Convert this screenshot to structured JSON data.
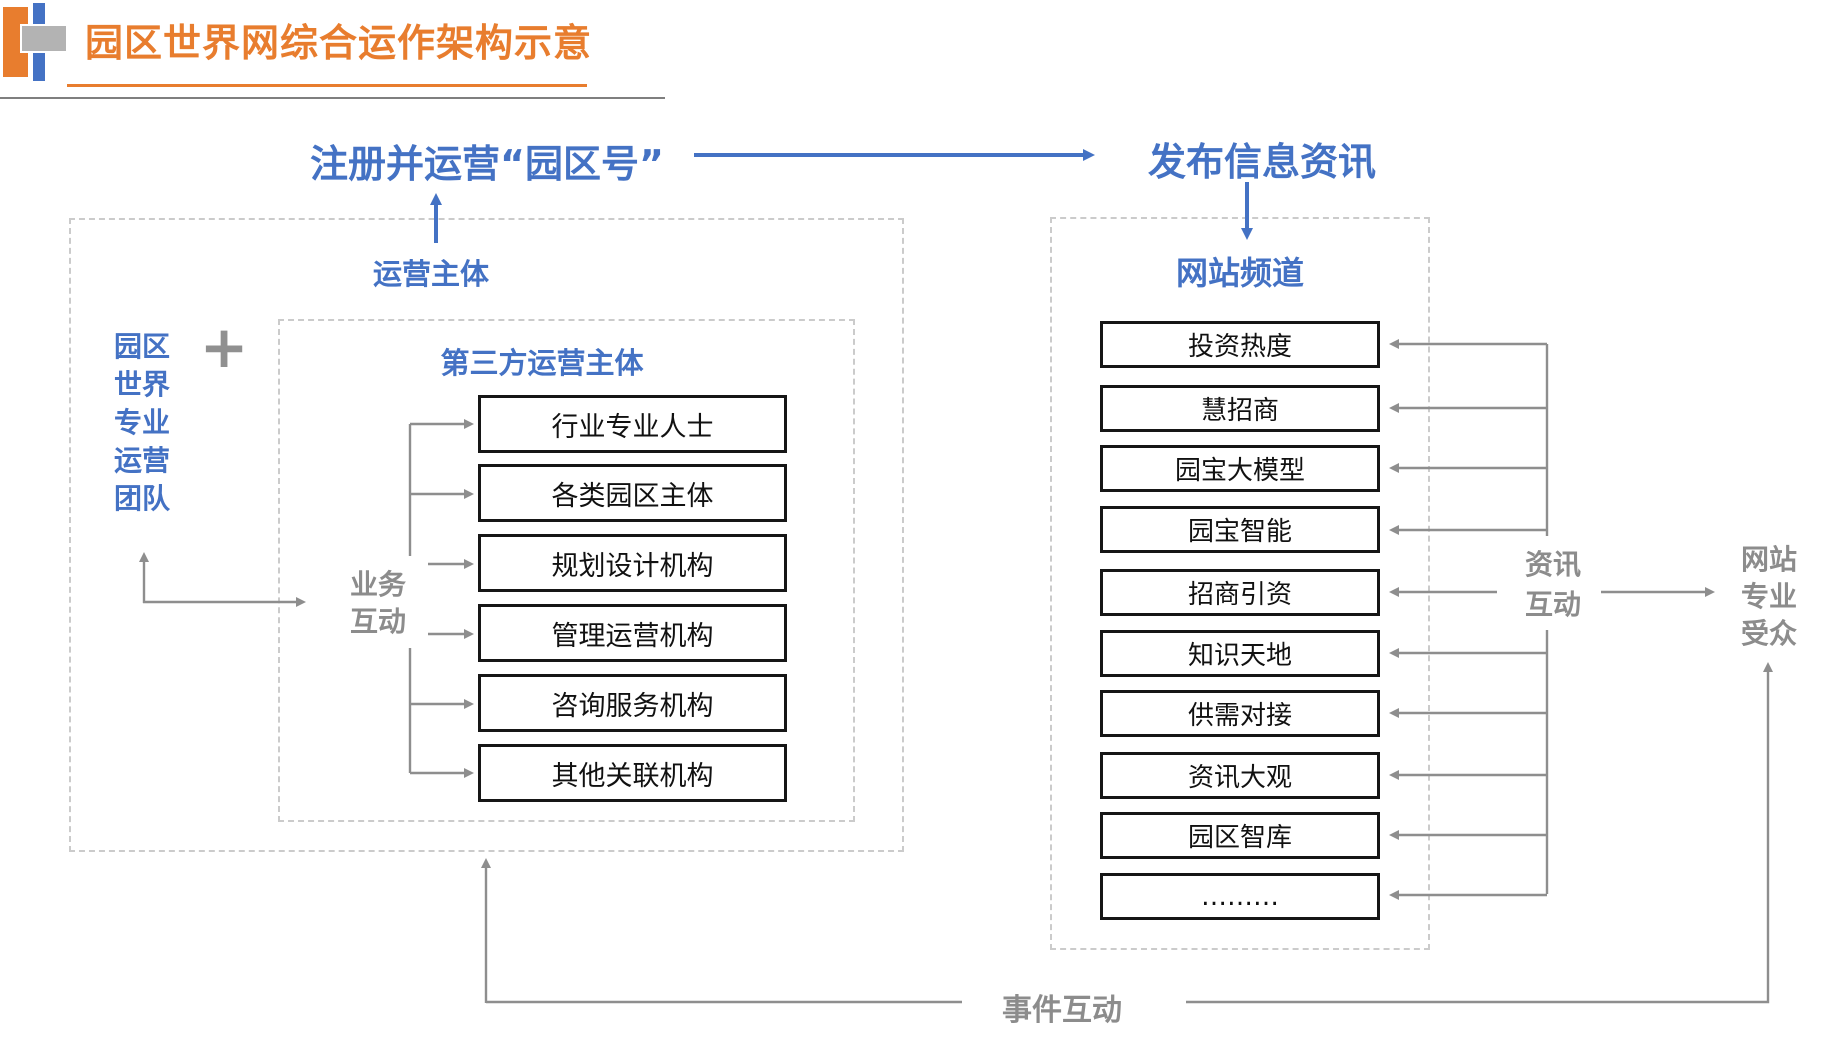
{
  "slide": {
    "title": "园区世界网综合运作架构示意"
  },
  "colors": {
    "orange": "#E87D2E",
    "blue": "#4472C4",
    "gray": "#8C8C8C"
  },
  "flow": {
    "register": "注册并运营“园区号”",
    "publish": "发布信息资讯"
  },
  "left_panel": {
    "title": "运营主体",
    "plus": "+",
    "team_lines": [
      "园区",
      "世界",
      "专业",
      "运营",
      "团队"
    ],
    "inner_title": "第三方运营主体",
    "business_interaction": [
      "业务",
      "互动"
    ],
    "boxes": [
      "行业专业人士",
      "各类园区主体",
      "规划设计机构",
      "管理运营机构",
      "咨询服务机构",
      "其他关联机构"
    ]
  },
  "right_panel": {
    "title": "网站频道",
    "boxes": [
      "投资热度",
      "慧招商",
      "园宝大模型",
      "园宝智能",
      "招商引资",
      "知识天地",
      "供需对接",
      "资讯大观",
      "园区智库",
      "………"
    ],
    "info_interaction": [
      "资讯",
      "互动"
    ],
    "audience": [
      "网站",
      "专业",
      "受众"
    ]
  },
  "bottom": {
    "event_interaction": "事件互动"
  }
}
